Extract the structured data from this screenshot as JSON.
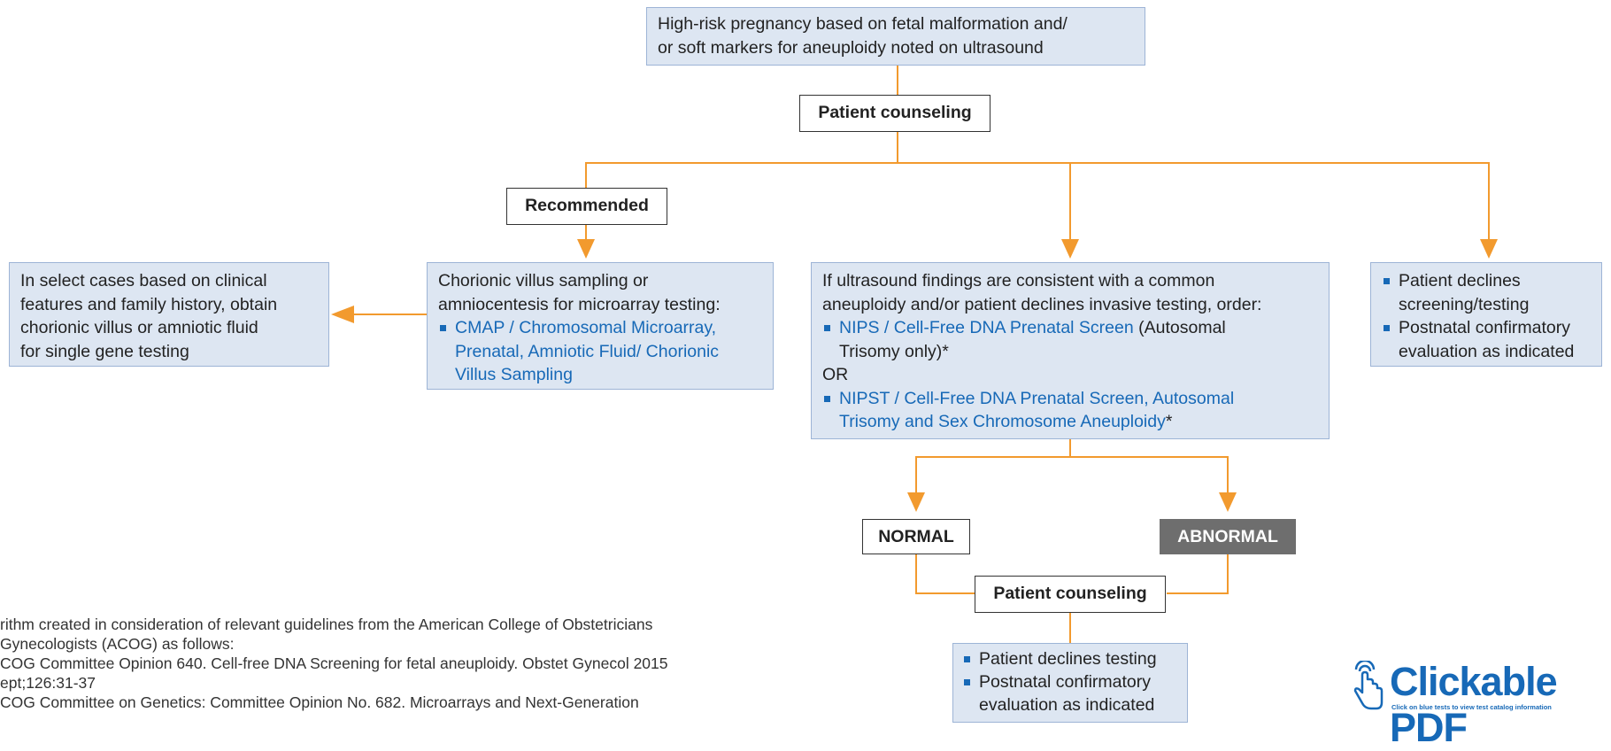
{
  "top_box": {
    "lines": [
      "High-risk pregnancy based on fetal malformation and/",
      "or soft markers for aneuploidy noted on ultrasound"
    ]
  },
  "counseling_top": "Patient counseling",
  "recommended": "Recommended",
  "left_box": {
    "lines": [
      "In select cases based on clinical",
      "features and family history, obtain",
      "chorionic villus or amniotic fluid",
      "for single gene testing"
    ]
  },
  "cvs_box": {
    "intro_lines": [
      "Chorionic villus sampling or",
      "amniocentesis for microarray testing:"
    ],
    "link_lines": [
      "CMAP / Chromosomal Microarray,",
      "Prenatal, Amniotic Fluid/ Chorionic",
      "Villus Sampling"
    ]
  },
  "nips_box": {
    "intro_lines": [
      "If ultrasound findings are consistent with a common",
      "aneuploidy and/or patient declines invasive testing, order:"
    ],
    "item1_link": "NIPS / Cell-Free DNA Prenatal Screen",
    "item1_rest": " (Autosomal",
    "item1_line2": "Trisomy only)*",
    "or": "OR",
    "item2_line1": "NIPST / Cell-Free DNA Prenatal Screen, Autosomal",
    "item2_line2_link": "Trisomy and Sex Chromosome Aneuploidy",
    "item2_line2_rest": "*"
  },
  "declines_box": {
    "item1": [
      "Patient declines",
      "screening/testing"
    ],
    "item2": [
      "Postnatal confirmatory",
      "evaluation as indicated"
    ]
  },
  "normal": "NORMAL",
  "abnormal": "ABNORMAL",
  "counseling_bottom": "Patient counseling",
  "bottom_box": {
    "item1": "Patient declines testing",
    "item2": [
      "Postnatal confirmatory",
      "evaluation as indicated"
    ]
  },
  "footnote": [
    "rithm created in consideration of relevant guidelines from the American College of Obstetricians",
    "Gynecologists (ACOG) as follows:",
    "COG Committee Opinion 640. Cell-free DNA Screening for fetal aneuploidy. Obstet Gynecol 2015",
    "ept;126:31-37",
    "COG Committee on Genetics: Committee Opinion No. 682. Microarrays and Next-Generation"
  ],
  "logo": {
    "title": "Clickable PDF",
    "subtitle": "Click on blue tests to view test catalog information"
  },
  "colors": {
    "connector": "#f29a2e",
    "box_fill": "#dde6f2",
    "link": "#1769b7",
    "abnormal_fill": "#6e6e6e"
  }
}
